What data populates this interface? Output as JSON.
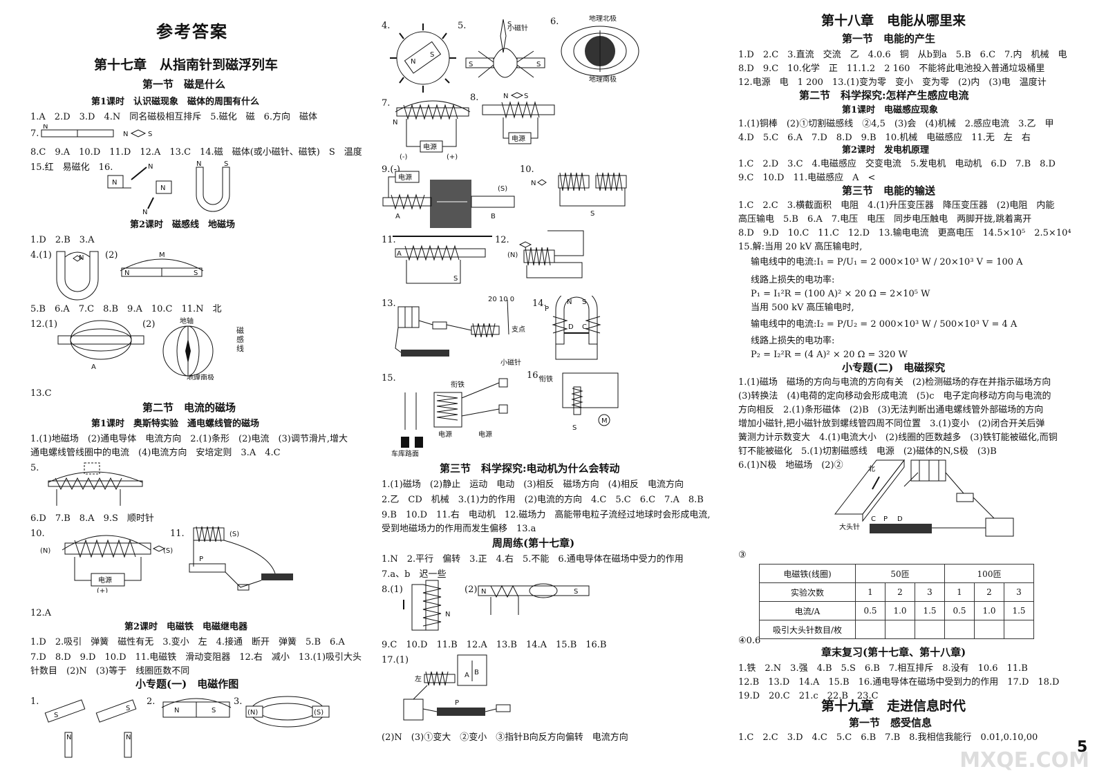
{
  "col1": {
    "title": "参考答案",
    "ch17": "第十七章　从指南针到磁浮列车",
    "s1": "第一节　磁是什么",
    "s1l1": "第1课时　认识磁现象　磁体的周围有什么",
    "s1l1_a1": "1.A　2.D　3.D　4.N　同名磁极相互排斥　5.磁化　磁　6.方向　磁体",
    "q7": "7.",
    "s1l1_a2": "8.C　9.A　10.D　11.D　12.A　13.C　14.磁　磁体(或小磁针、磁铁)　S　温度",
    "s1l1_a3": "15.红　易磁化　16.",
    "s1l2": "第2课时　磁感线　地磁场",
    "s1l2_a1": "1.D　2.B　3.A",
    "q4": "4.(1)",
    "q4b": "(2)",
    "s1l2_a2": "5.B　6.A　7.C　8.B　9.A　10.C　11.N　北",
    "q12": "12.(1)",
    "q12b": "(2)",
    "q13": "13.C",
    "geo_s": "地理南极",
    "geo_n": "地轴",
    "mag_line": "磁感线",
    "s2": "第二节　电流的磁场",
    "s2l1": "第1课时　奥斯特实验　通电螺线管的磁场",
    "s2l1_a1": "1.(1)地磁场　(2)通电导体　电流方向　2.(1)条形　(2)电流　(3)调节滑片,增大",
    "s2l1_a2": "通电螺线管线圈中的电流　(4)电流方向　安培定则　3.A　4.C",
    "q5": "5.",
    "s2l1_a3": "6.D　7.B　8.A　9.S　顺时针",
    "q10": "10.",
    "q11": "11.",
    "q12a": "12.A",
    "s2l2": "第2课时　电磁铁　电磁继电器",
    "s2l2_a1": "1.D　2.吸引　弹簧　磁性有无　3.变小　左　4.接通　断开　弹簧　5.B　6.A",
    "s2l2_a2": "7.D　8.D　9.D　10.D　11.电磁铁　滑动变阻器　12.右　减小　13.(1)吸引大头",
    "s2l2_a3": "针数目　(2)N　(3)等于　线圈匝数不同",
    "sp1": "小专题(一)　电磁作图",
    "sp1_q": [
      "1.",
      "2.",
      "3."
    ]
  },
  "col2": {
    "qnums": [
      "4.",
      "5.",
      "6.",
      "7.",
      "8.",
      "9.(-)",
      "10.",
      "11.",
      "12.",
      "13.",
      "14.",
      "15.",
      "16."
    ],
    "geo_north": "地理北极",
    "geo_south": "地理南极",
    "small_needle": "小磁针",
    "power": "电源",
    "fulcrum": "支点",
    "needle2": "小磁针",
    "gate": "衔铁",
    "yard": "车库路面",
    "dial": "20 10 0",
    "s3": "第三节　科学探究:电动机为什么会转动",
    "s3_a1": "1.(1)磁场　(2)静止　运动　电动　(3)相反　磁场方向　(4)相反　电流方向",
    "s3_a2": "2.乙　CD　机械　3.(1)力的作用　(2)电流的方向　4.C　5.C　6.C　7.A　8.B",
    "s3_a3": "9.B　10.D　11.右　电动机　12.磁场力　高能带电粒子流经过地球时会形成电流,",
    "s3_a4": "受到地磁场力的作用而发生偏移　13.a",
    "wk": "周周练(第十七章)",
    "wk_a1": "1.N　2.平行　偏转　3.正　4.右　5.不能　6.通电导体在磁场中受力的作用",
    "wk_a2": "7.a、b　迟一些",
    "q8": "8.(1)",
    "q8b": "(2)",
    "wk_a3": "9.C　10.D　11.B　12.A　13.B　14.A　15.B　16.B",
    "q17": "17.(1)",
    "left": "左",
    "wk_a4": "(2)N　(3)①变大　②变小　③指针B向反方向偏转　电流方向"
  },
  "col3": {
    "ch18": "第十八章　电能从哪里来",
    "s1": "第一节　电能的产生",
    "s1_a1": "1.D　2.C　3.直流　交流　乙　4.0.6　铜　从b到a　5.B　6.C　7.内　机械　电",
    "s1_a2": "8.D　9.C　10.化学　正　11.1.2　2 160　不能将此电池投入普通垃圾桶里",
    "s1_a3": "12.电源　电　1 200　13.(1)变为零　变小　变为零　(2)内　(3)电　温度计",
    "s2": "第二节　科学探究:怎样产生感应电流",
    "s2l1": "第1课时　电磁感应现象",
    "s2l1_a1": "1.(1)铜棒　(2)①切割磁感线　②4,5　(3)会　(4)机械　2.感应电流　3.乙　甲",
    "s2l1_a2": "4.D　5.C　6.A　7.D　8.D　9.B　10.机械　电磁感应　11.无　左　右",
    "s2l2": "第2课时　发电机原理",
    "s2l2_a1": "1.C　2.D　3.C　4.电磁感应　交变电流　5.发电机　电动机　6.D　7.B　8.D",
    "s2l2_a2": "9.C　10.D　11.电磁感应　A　<",
    "s3": "第三节　电能的输送",
    "s3_a1": "1.C　2.C　3.横截面积　电阻　4.(1)升压变压器　降压变压器　(2)电阻　内能",
    "s3_a2": "高压输电　5.B　6.A　7.电压　电压　同步电压触电　两脚开拢,跳着离开",
    "s3_a3": "8.D　9.D　10.C　11.C　12.D　13.输电电流　更高电压　14.5×10⁵　2.5×10⁴",
    "s3_a4": "15.解:当用 20 kV 高压输电时,",
    "s3_a5": "输电线中的电流:I₁ = P/U₁ = 2 000×10³ W / 20×10³ V = 100 A",
    "s3_a6": "线路上损失的电功率:",
    "s3_a7": "P₁ = I₁²R = (100 A)² × 20 Ω = 2×10⁵ W",
    "s3_a8": "当用 500 kV 高压输电时,",
    "s3_a9": "输电线中的电流:I₂ = P/U₂ = 2 000×10³ W / 500×10³ V = 4 A",
    "s3_a10": "线路上损失的电功率:",
    "s3_a11": "P₂ = I₂²R = (4 A)² × 20 Ω = 320 W",
    "sp2": "小专题(二)　电磁探究",
    "sp2_a1": "1.(1)磁场　磁场的方向与电流的方向有关　(2)检测磁场的存在并指示磁场方向",
    "sp2_a2": "(3)转换法　(4)电荷的定向移动会形成电流　(5)c　电子定向移动方向与电流的",
    "sp2_a3": "方向相反　2.(1)条形磁体　(2)B　(3)无法判断出通电螺线管外部磁场的方向",
    "sp2_a4": "增加小磁针,把小磁针放到螺线管四周不同位置　3.(1)变小　(2)闭合开关后弹",
    "sp2_a5": "簧测力计示数变大　4.(1)电流大小　(2)线圈的匝数越多　(3)铁钉能被磁化,而铜",
    "sp2_a6": "钉不能被磁化　5.(1)切割磁感线　电源　(2)磁体的N,S极　(3)B",
    "sp2_a7": "6.(1)N极　地磁场　(2)②",
    "pin": "大头针",
    "north": "北",
    "q3": "③",
    "q4": "④0.6",
    "table": {
      "h1": "电磁铁(线圈)",
      "h2": "50匝",
      "h3": "100匝",
      "r1": "实验次数",
      "r1v": [
        "1",
        "2",
        "3",
        "1",
        "2",
        "3"
      ],
      "r2": "电流/A",
      "r2v": [
        "0.5",
        "1.0",
        "1.5",
        "0.5",
        "1.0",
        "1.5"
      ],
      "r3": "吸引大头针数目/枚"
    },
    "rev": "章末复习(第十七章、第十八章)",
    "rev_a1": "1.铁　2.N　3.强　4.B　5.S　6.B　7.相互排斥　8.没有　10.6　11.B",
    "rev_a2": "12.B　13.D　14.A　15.B　16.通电导体在磁场中受到力的作用　17.D　18.D",
    "rev_a3": "19.D　20.C　21.c　22.B　23.C",
    "ch19": "第十九章　走进信息时代",
    "ch19s1": "第一节　感受信息",
    "ch19_a1": "1.C　2.C　3.D　4.C　5.C　6.B　7.B　8.我相信我能行　0.01,0.10,00",
    "page": "5",
    "watermark": "MXQE.COM"
  },
  "fig_labels": {
    "n": "N",
    "s": "S",
    "ps": "(S)",
    "pn": "(N)",
    "plus": "(+)",
    "minus": "(-)",
    "a": "A",
    "b": "B",
    "p": "P",
    "m": "M",
    "c": "C",
    "d": "D"
  }
}
